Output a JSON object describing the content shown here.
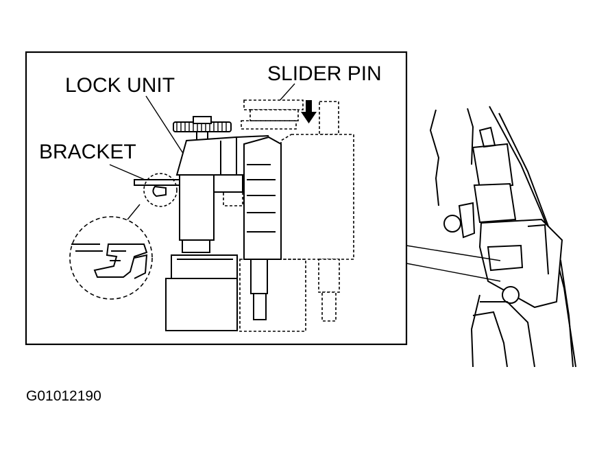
{
  "labels": {
    "lock_unit": "LOCK UNIT",
    "slider_pin": "SLIDER PIN",
    "bracket": "BRACKET"
  },
  "figure_id": "G01012190",
  "icons": [
    "slider-direction-arrow-icon"
  ]
}
